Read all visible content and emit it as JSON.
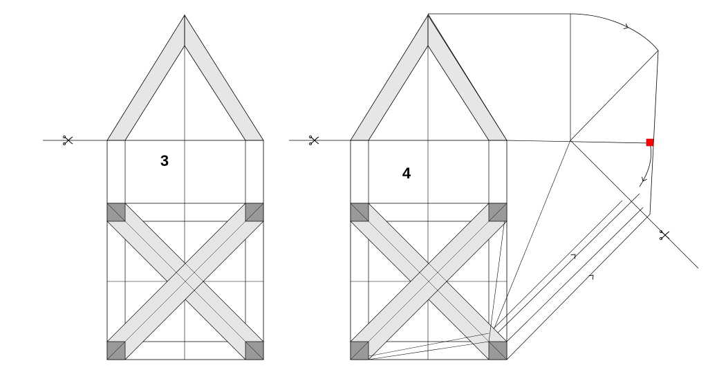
{
  "figures": [
    {
      "label": "3"
    },
    {
      "label": "4"
    }
  ],
  "colors": {
    "background": "#ffffff",
    "line": "#000000",
    "strip_fill": "#e6e6e6",
    "corner_fill": "#999999",
    "marker_fill": "#ff0000"
  },
  "icons": [
    "scissors-icon",
    "scissors-icon",
    "scissors-icon",
    "arrow-icon",
    "red-square-marker"
  ]
}
